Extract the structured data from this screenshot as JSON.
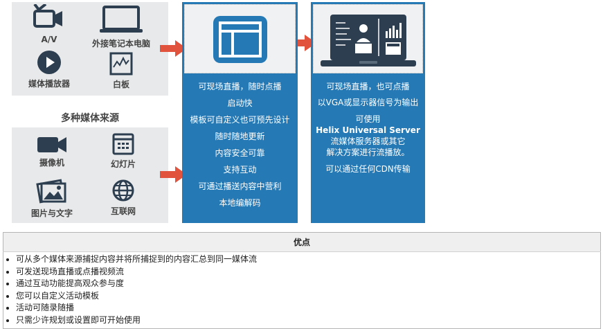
{
  "sources_top": [
    {
      "label": "A/V",
      "icon": "av-camera-icon"
    },
    {
      "label": "外接笔记本电脑",
      "icon": "laptop-icon"
    },
    {
      "label": "媒体播放器",
      "icon": "media-player-icon"
    },
    {
      "label": "白板",
      "icon": "whiteboard-icon"
    }
  ],
  "sources_heading": "多种媒体来源",
  "sources_bottom": [
    {
      "label": "摄像机",
      "icon": "video-camera-icon"
    },
    {
      "label": "幻灯片",
      "icon": "slides-icon"
    },
    {
      "label": "图片与文字",
      "icon": "images-icon"
    },
    {
      "label": "互联网",
      "icon": "globe-icon"
    }
  ],
  "capture": {
    "icon": "template-layout-icon",
    "features": [
      "可现场直播，随时点播",
      "启动快",
      "模板可自定义也可预先设计",
      "随时随地更新",
      "内容安全可靠",
      "支持互动",
      "可通过播送内容中营利",
      "本地编解码"
    ]
  },
  "output": {
    "icon": "laptop-presentation-icon",
    "line1": "可现场直播，也可点播",
    "line2": "以VGA或显示器信号为输出",
    "line3": "可使用",
    "line4": "Helix Universal Server",
    "line5": "流媒体服务器或其它",
    "line6": "解决方案进行流播放。",
    "line7": "可以通过任何CDN传输"
  },
  "colors": {
    "arrow": "#e2533d",
    "panel_blue": "#2579b5",
    "panel_gray": "#e8e9ea",
    "icon": "#2c3e4f"
  },
  "benefits": {
    "header": "优点",
    "items": [
      "可从多个媒体来源捕捉内容并将所捕捉到的内容汇总到同一媒体流",
      "可发送现场直播或点播视频流",
      "通过互动功能提高观众参与度",
      "您可以自定义活动模板",
      "活动可随录随播",
      "只需少许规划或设置即可开始使用"
    ]
  }
}
